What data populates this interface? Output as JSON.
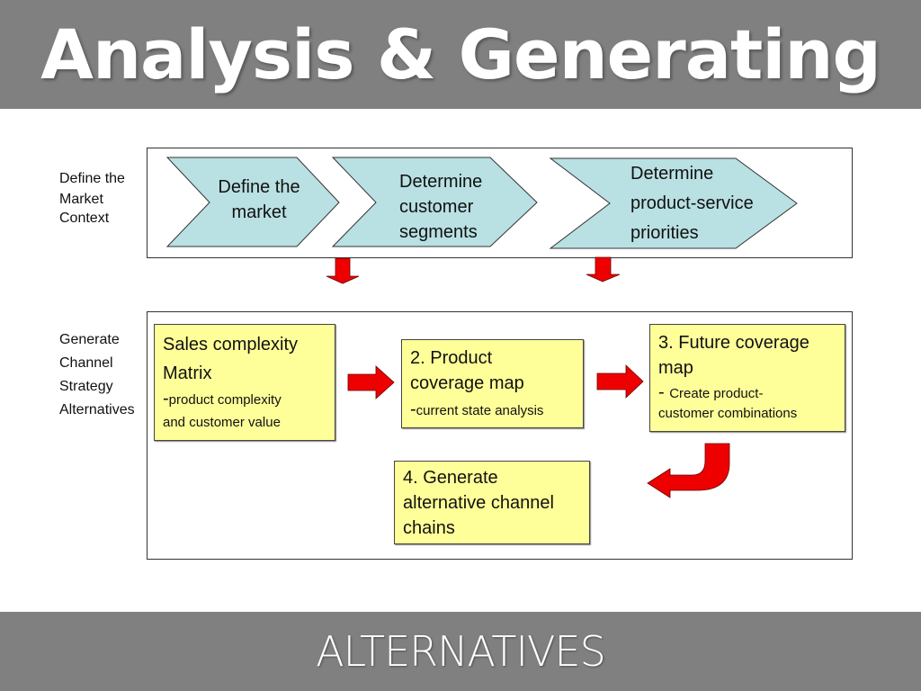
{
  "header": {
    "title": "Analysis & Generating"
  },
  "footer": {
    "subtitle": "ALTERNATIVES"
  },
  "colors": {
    "bar_gray": "#808080",
    "chevron_fill": "#b9e0e2",
    "box_fill": "#ffff99",
    "arrow_red": "#ee0000"
  },
  "market_context": {
    "label_lines": [
      "Define the",
      "Market",
      "Context"
    ],
    "steps": [
      {
        "lines": [
          "Define the",
          "market"
        ]
      },
      {
        "lines": [
          "Determine",
          "customer",
          "segments"
        ]
      },
      {
        "lines": [
          "Determine",
          "product-service",
          "priorities"
        ]
      }
    ]
  },
  "channel_strategy": {
    "label_lines": [
      "Generate",
      "Channel",
      "Strategy",
      "Alternatives"
    ],
    "boxes": [
      {
        "heading_lines": [
          "Sales complexity",
          "Matrix"
        ],
        "dash": "-",
        "detail_lines": [
          "product complexity",
          "and customer value"
        ]
      },
      {
        "heading_lines": [
          "2. Product",
          "coverage map"
        ],
        "dash": "-",
        "detail_lines": [
          "current state analysis"
        ]
      },
      {
        "heading_lines": [
          "3. Future coverage",
          "map"
        ],
        "dash": "- ",
        "detail_lines": [
          "Create product-",
          "customer combinations"
        ]
      },
      {
        "heading_lines": [
          "4. Generate",
          "alternative channel",
          "chains"
        ]
      }
    ]
  }
}
